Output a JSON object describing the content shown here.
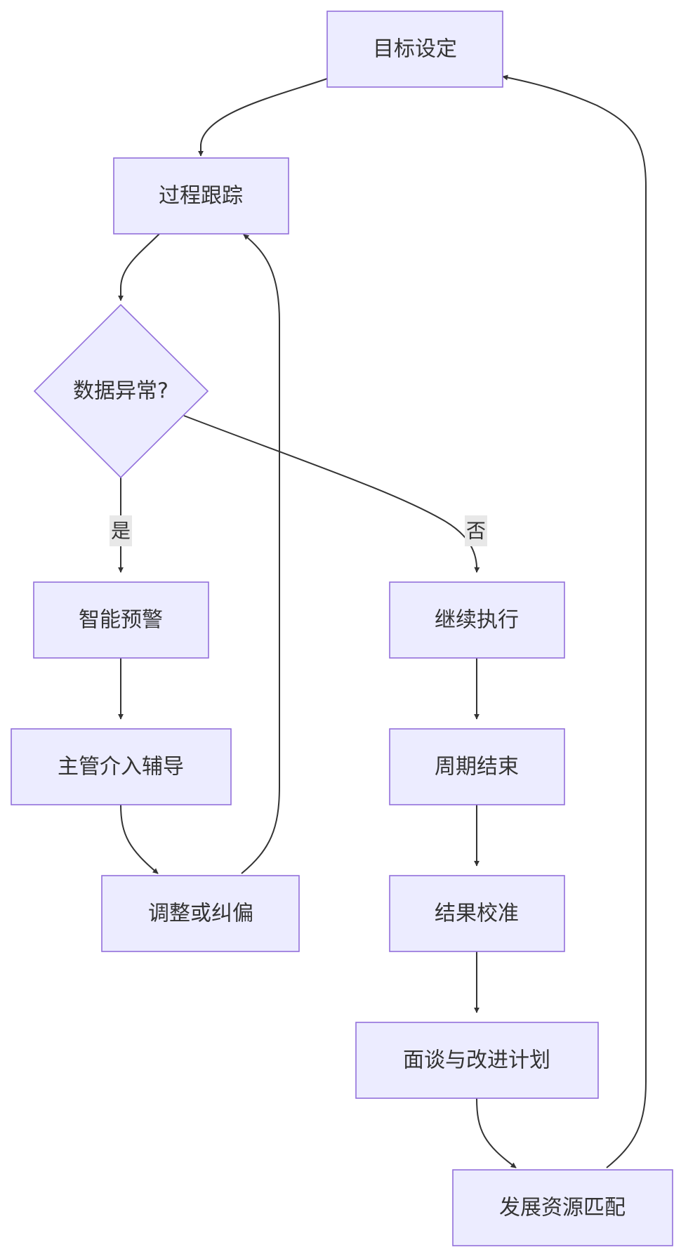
{
  "diagram": {
    "type": "flowchart",
    "colors": {
      "node_fill": "#ececff",
      "node_stroke": "#9370db",
      "edge": "#333333",
      "text": "#333333",
      "label_bg": "#e8e8e8"
    },
    "nodes": {
      "goal": "目标设定",
      "track": "过程跟踪",
      "decision": "数据异常?",
      "alert": "智能预警",
      "coach": "主管介入辅导",
      "adjust": "调整或纠偏",
      "continue": "继续执行",
      "cycle_end": "周期结束",
      "calibrate": "结果校准",
      "interview": "面谈与改进计划",
      "resources": "发展资源匹配"
    },
    "edge_labels": {
      "yes": "是",
      "no": "否"
    },
    "edges": [
      {
        "from": "goal",
        "to": "track"
      },
      {
        "from": "track",
        "to": "decision"
      },
      {
        "from": "decision",
        "to": "alert",
        "label": "yes"
      },
      {
        "from": "decision",
        "to": "continue",
        "label": "no"
      },
      {
        "from": "alert",
        "to": "coach"
      },
      {
        "from": "coach",
        "to": "adjust"
      },
      {
        "from": "adjust",
        "to": "track"
      },
      {
        "from": "continue",
        "to": "cycle_end"
      },
      {
        "from": "cycle_end",
        "to": "calibrate"
      },
      {
        "from": "calibrate",
        "to": "interview"
      },
      {
        "from": "interview",
        "to": "resources"
      },
      {
        "from": "resources",
        "to": "goal"
      }
    ]
  }
}
